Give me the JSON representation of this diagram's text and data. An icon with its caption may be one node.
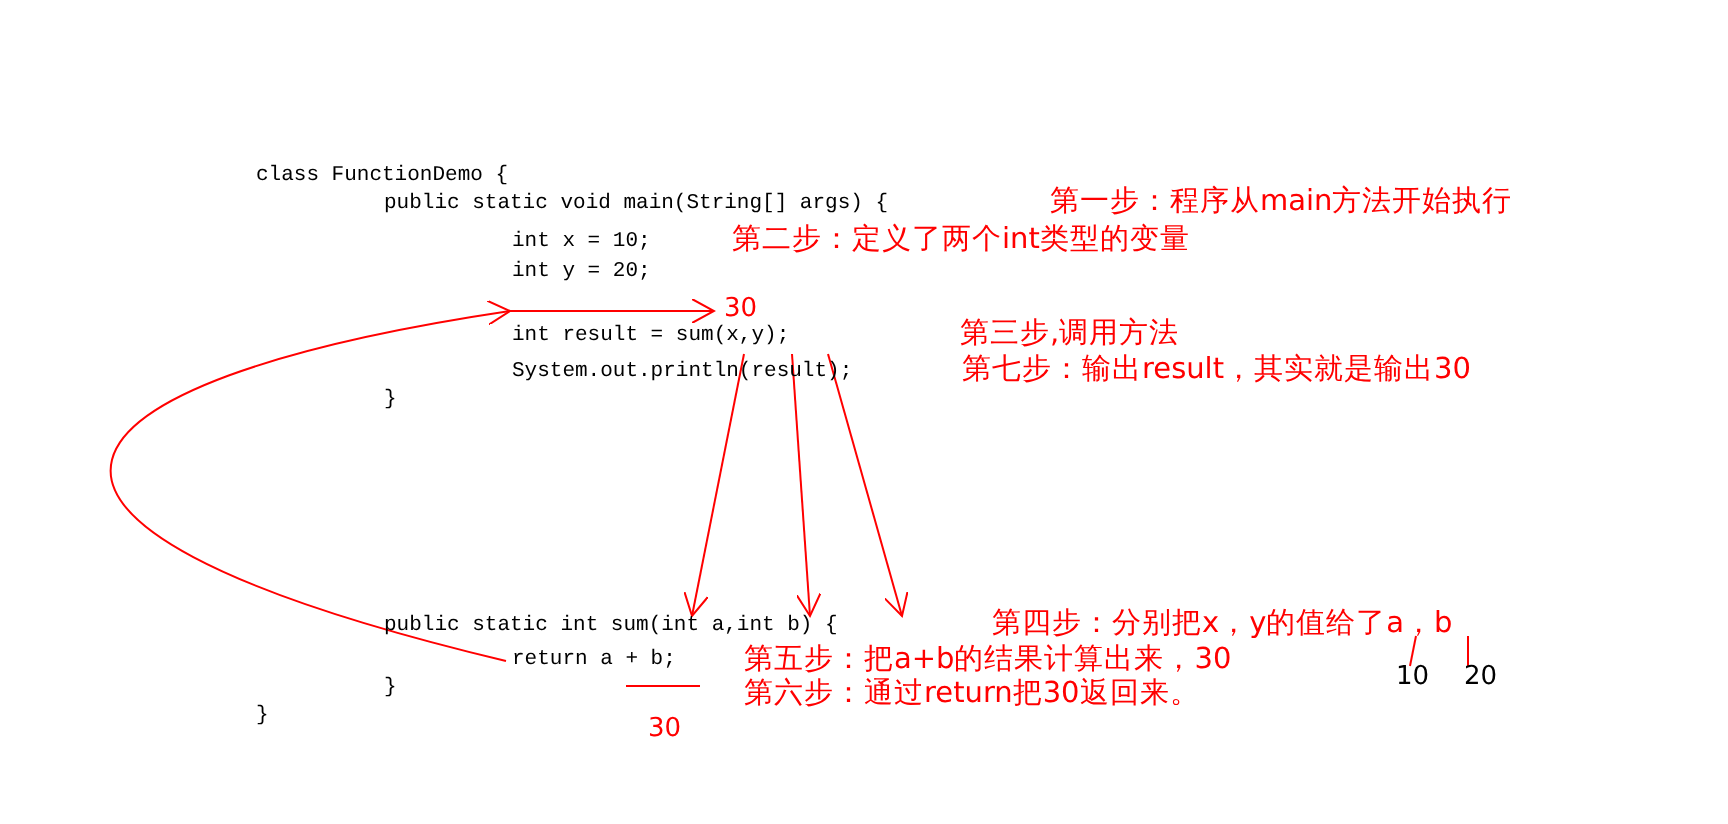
{
  "diagram": {
    "nodes": [
      {
        "text": [
          "int result = sum(x,y);"
        ]
      },
      {
        "text": [
          "30"
        ]
      },
      {
        "text": [
          "public static int sum(int a,int b) {"
        ]
      },
      {
        "text": [
          "return a + b;"
        ]
      },
      {
        "text": [
          "第四步：分别把x，y的值给了a，b"
        ]
      },
      {
        "text": [
          "10"
        ]
      },
      {
        "text": [
          "20"
        ]
      }
    ],
    "edges": [
      {
        "from": 0,
        "to": 2,
        "arrow": "to"
      },
      {
        "from": 0,
        "to": 2,
        "arrow": "to"
      },
      {
        "from": 0,
        "to": 2,
        "arrow": "to"
      },
      {
        "from": 3,
        "to": 1,
        "arrow": "to"
      },
      {
        "from": 5,
        "to": 4,
        "arrow": "none"
      },
      {
        "from": 6,
        "to": 4,
        "arrow": "none"
      }
    ],
    "labels": [
      "class FunctionDemo {",
      "public static void main(String[] args) {",
      "第一步：程序从main方法开始执行",
      "int x = 10;",
      "第二步：定义了两个int类型的变量",
      "int y = 20;",
      "第三步,调用方法",
      "System.out.println(result);",
      "第七步：输出result，其实就是输出30",
      "}",
      "第五步：把a+b的结果计算出来，30",
      "}",
      "第六步：通过return把30返回来。",
      "}",
      "30"
    ]
  }
}
